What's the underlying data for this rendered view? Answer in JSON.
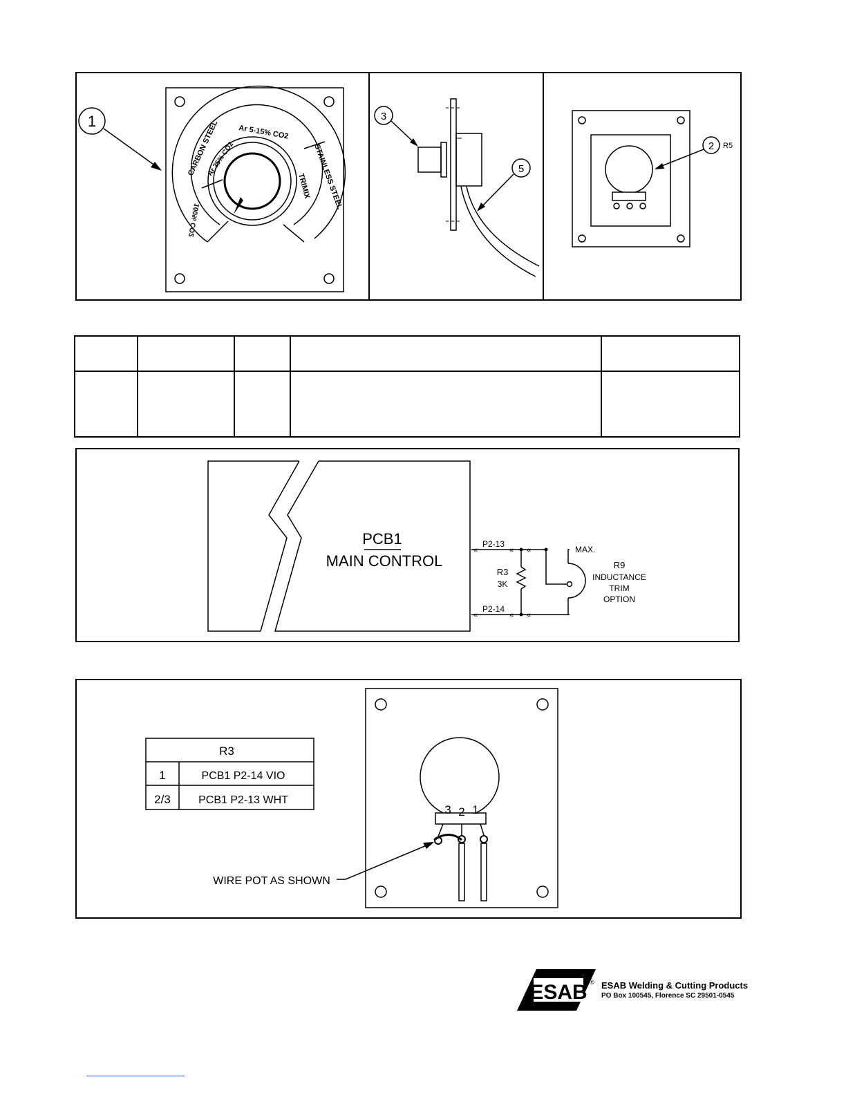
{
  "panel_top": {
    "callout_1": "1",
    "callout_2": "2",
    "callout_2_ref": "R5",
    "callout_3": "3",
    "callout_5": "5",
    "dial_labels": [
      "CARBON STEEL",
      "Ar 25% CO2",
      "Ar 5-15% CO2",
      "STAINLESS STEEL",
      "TRIMIX",
      "100% CO2"
    ]
  },
  "parts_table": {
    "header": [
      "",
      "",
      "",
      "",
      ""
    ],
    "row": [
      "",
      "",
      "",
      "",
      ""
    ]
  },
  "schematic": {
    "pcb_name": "PCB1",
    "pcb_desc": "MAIN CONTROL",
    "pin_top": "P2-13",
    "pin_bottom": "P2-14",
    "resistor_name": "R3",
    "resistor_value": "3K",
    "max_label": "MAX.",
    "option_lines": [
      "R9",
      "INDUCTANCE",
      "TRIM",
      "OPTION"
    ]
  },
  "wiring": {
    "table_title": "R3",
    "rows": [
      {
        "pin": "1",
        "conn": "PCB1  P2-14  VIO"
      },
      {
        "pin": "2/3",
        "conn": "PCB1  P2-13  WHT"
      }
    ],
    "pin_numbers": [
      "3",
      "2",
      "1"
    ],
    "note": "WIRE  POT  AS  SHOWN"
  },
  "footer": {
    "logo": "ESAB",
    "company": "ESAB  Welding & Cutting Products",
    "address": "PO Box 100545, Florence SC 29501-0545",
    "registered": "®"
  }
}
